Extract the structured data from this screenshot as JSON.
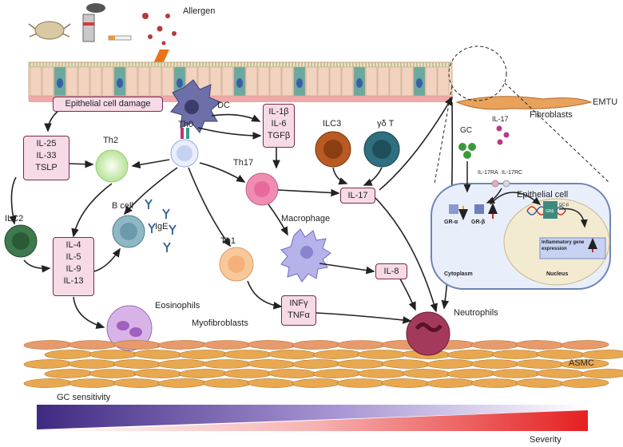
{
  "labels": {
    "allergen": "Allergen",
    "epithelial_damage": "Epithelial cell damage",
    "dc": "DC",
    "emtu": "EMTU",
    "fibroblasts": "Fibroblasts",
    "th0": "Th0",
    "th2": "Th2",
    "th17": "Th17",
    "th1": "Th1",
    "ilc2": "ILC2",
    "ilc3": "ILC3",
    "gdt": "γδ T",
    "bcell": "B cell",
    "ige": "IgE",
    "macrophage": "Macrophage",
    "eosinophils": "Eosinophils",
    "myofibroblasts": "Myofibroblasts",
    "neutrophils": "Neutrophils",
    "asmc": "ASMC",
    "gc_sensitivity": "GC sensitivity",
    "severity": "Severity"
  },
  "boxes": {
    "il25_33_tslp": [
      "IL-25",
      "IL-33",
      "TSLP"
    ],
    "il1b_6_tgfb": [
      "IL-1β",
      "IL-6",
      "TGFβ"
    ],
    "il4_5_9_13": [
      "IL-4",
      "IL-5",
      "IL-9",
      "IL-13"
    ],
    "il17": [
      "IL-17"
    ],
    "il8": [
      "IL-8"
    ],
    "infg_tnfa": [
      "INFγ",
      "TNFα"
    ]
  },
  "inset": {
    "gc": "GC",
    "il17": "IL-17",
    "il17ra": "IL-17RA",
    "il17rc": "IL-17RC",
    "title": "Epithelial cell",
    "gr_alpha": "GR-α",
    "gr_beta": "GR-β",
    "gcb": "GC-β",
    "grb": "GRβ",
    "gene_expression": "Inflammatory gene expression",
    "cytoplasm": "Cytoplasm",
    "nucleus": "Nucleus"
  },
  "colors": {
    "box_fill": "#f6dbe6",
    "box_border": "#7a2a4e",
    "gc_gradient_start": "#3f2a82",
    "severity_gradient_end": "#e52020"
  }
}
